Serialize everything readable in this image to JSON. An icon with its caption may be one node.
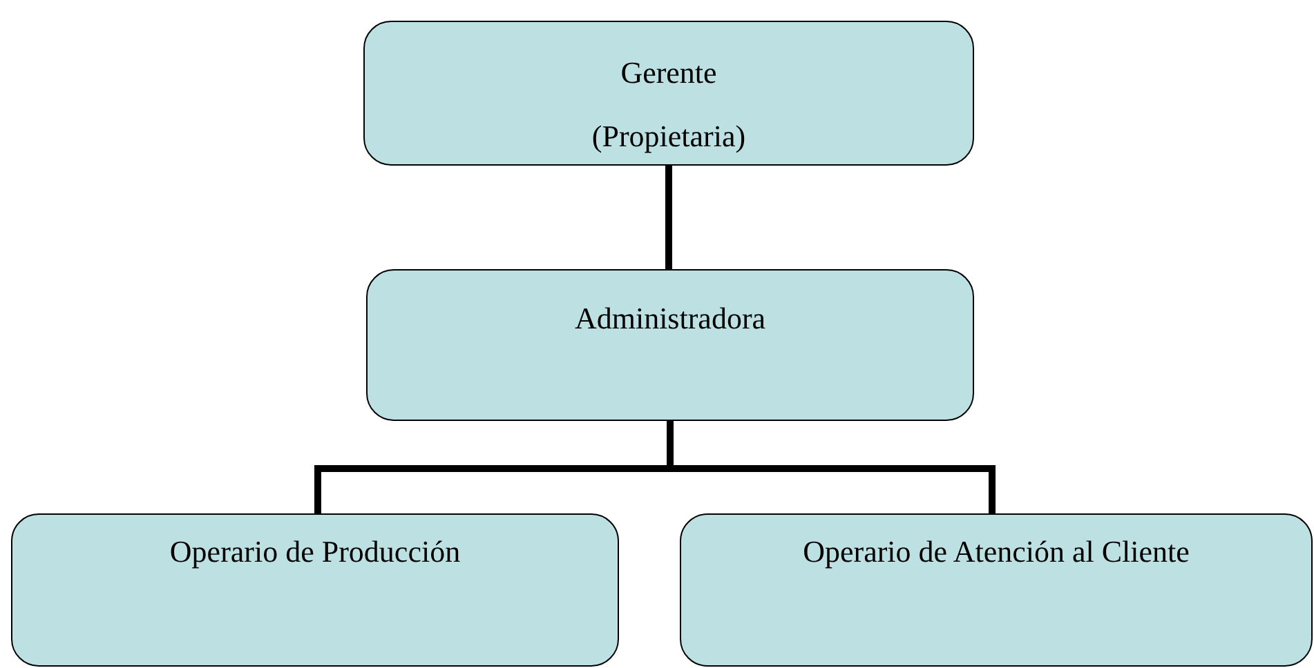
{
  "diagram": {
    "nodes": [
      {
        "text": [
          "Gerente (Propietaria)"
        ]
      },
      {
        "text": [
          "Administradora"
        ]
      },
      {
        "text": [
          "Operario de Producción"
        ]
      },
      {
        "text": [
          "Operario de Atención al Cliente"
        ]
      }
    ],
    "edges": [
      {
        "from": 0,
        "to": 1,
        "arrow": "none"
      },
      {
        "from": 1,
        "to": 2,
        "arrow": "none"
      },
      {
        "from": 1,
        "to": 3,
        "arrow": "none"
      }
    ]
  }
}
